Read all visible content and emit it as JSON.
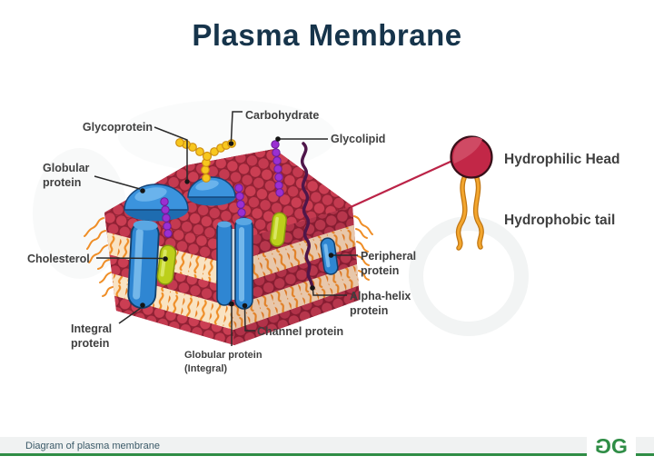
{
  "title": "Plasma Membrane",
  "membrane_labels": {
    "glycoprotein": "Glycoprotein",
    "carbohydrate": "Carbohydrate",
    "glycolipid": "Glycolipid",
    "globular_protein": [
      "Globular",
      "protein"
    ],
    "cholesterol": "Cholesterol",
    "integral_protein": [
      "Integral",
      "protein"
    ],
    "globular_protein_integral": [
      "Globular protein",
      "(Integral)"
    ],
    "channel_protein": "Channel protein",
    "alpha_helix_protein": [
      "Alpha-helix",
      "protein"
    ],
    "peripheral_protein": [
      "Peripheral",
      "protein"
    ]
  },
  "legend": {
    "hydrophilic_head": "Hydrophilic Head",
    "hydrophobic_tail": "Hydrophobic tail"
  },
  "footer": {
    "caption": "Diagram of plasma membrane",
    "logo_g1": "G",
    "logo_g2": "G",
    "accent_green": "#2f8d46"
  },
  "colors": {
    "title_navy": "#16344b",
    "label_gray": "#3f3f3f",
    "phospholipid_head_red": "#c43c52",
    "membrane_base_red": "#9c2336",
    "tail_orange": "#ef8e27",
    "tail_band_cream": "#f9e3c2",
    "protein_blue": "#2f86d2",
    "cholesterol_green": "#bccf1b",
    "glycolipid_purple": "#9a2fd2",
    "carbohydrate_yellow": "#f7c71e",
    "alpha_helix_plum": "#4f164a",
    "legend_head_crimson": "#c22747",
    "pointer_red": "#bb2347",
    "leader_black": "#2a2a2a"
  }
}
